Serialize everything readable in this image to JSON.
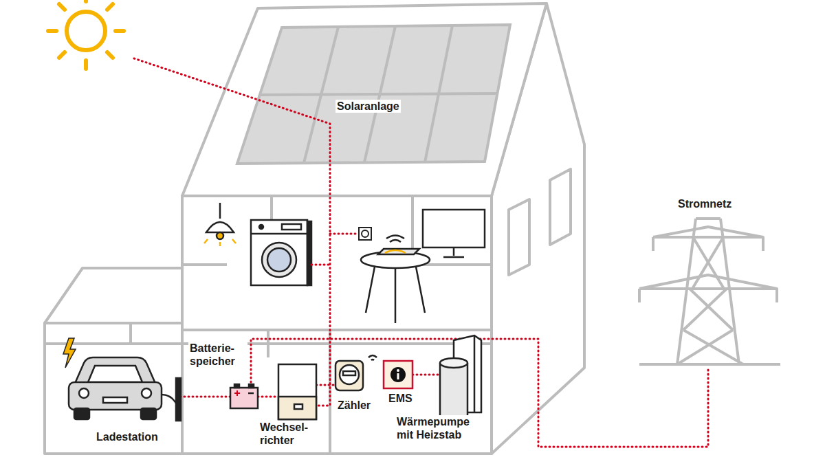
{
  "diagram": {
    "labels": [
      "Solaranlage",
      "Stromnetz",
      "Batterie- speicher",
      "Ladestation",
      "Wechsel- richter",
      "Zähler",
      "EMS",
      "Wärmepumpe mit Heizstab"
    ]
  }
}
